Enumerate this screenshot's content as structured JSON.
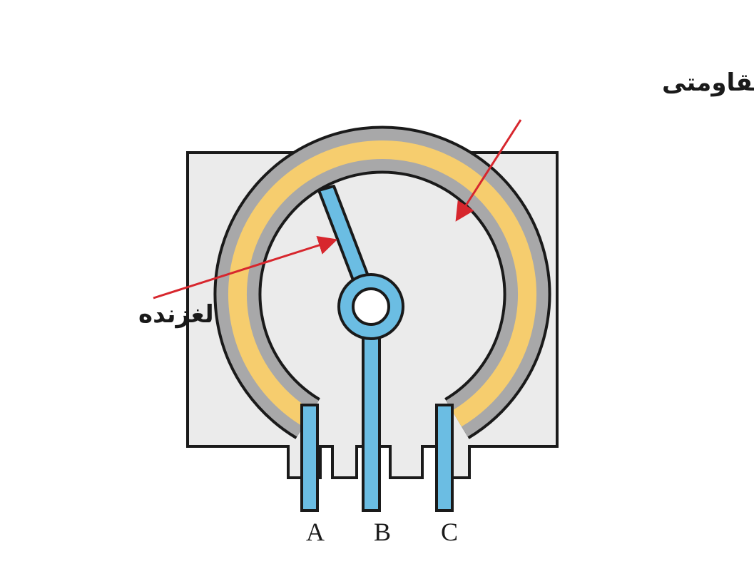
{
  "labels": {
    "resistive_material": "مادهٔ مقاومتی",
    "wiper": "لغزنده"
  },
  "pins": [
    "A",
    "B",
    "C"
  ],
  "colors": {
    "body_fill": "#ebebeb",
    "outline": "#1a1a1a",
    "track_gray": "#a8a8a9",
    "resistive_yellow": "#f6cd6e",
    "conductor_blue": "#6bbde3",
    "arrow_red": "#d7262d"
  }
}
